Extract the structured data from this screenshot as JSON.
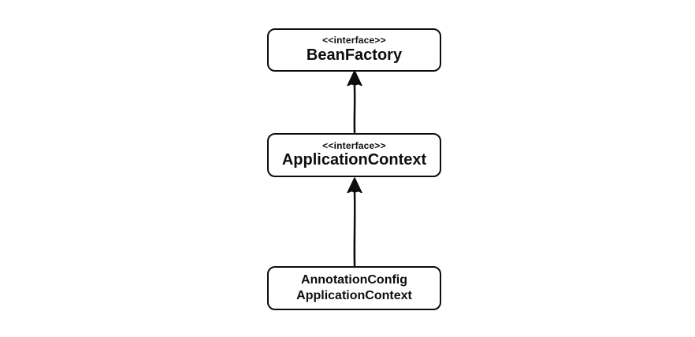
{
  "diagram": {
    "kind": "uml-class-inheritance",
    "colors": {
      "background": "#ffffff",
      "stroke": "#0d0d0d",
      "node_fill": "#ffffff",
      "text": "#0d0d0d"
    },
    "nodes": [
      {
        "id": "BeanFactory",
        "stereotype": "<<interface>>",
        "name": "BeanFactory"
      },
      {
        "id": "ApplicationContext",
        "stereotype": "<<interface>>",
        "name": "ApplicationContext"
      },
      {
        "id": "AnnotationConfigApplicationContext",
        "name_line1": "AnnotationConfig",
        "name_line2": "ApplicationContext"
      }
    ],
    "edges": [
      {
        "from": "ApplicationContext",
        "to": "BeanFactory",
        "type": "inheritance",
        "arrowhead": "filled-triangle",
        "direction": "up"
      },
      {
        "from": "AnnotationConfigApplicationContext",
        "to": "ApplicationContext",
        "type": "inheritance",
        "arrowhead": "filled-triangle",
        "direction": "up"
      }
    ]
  }
}
